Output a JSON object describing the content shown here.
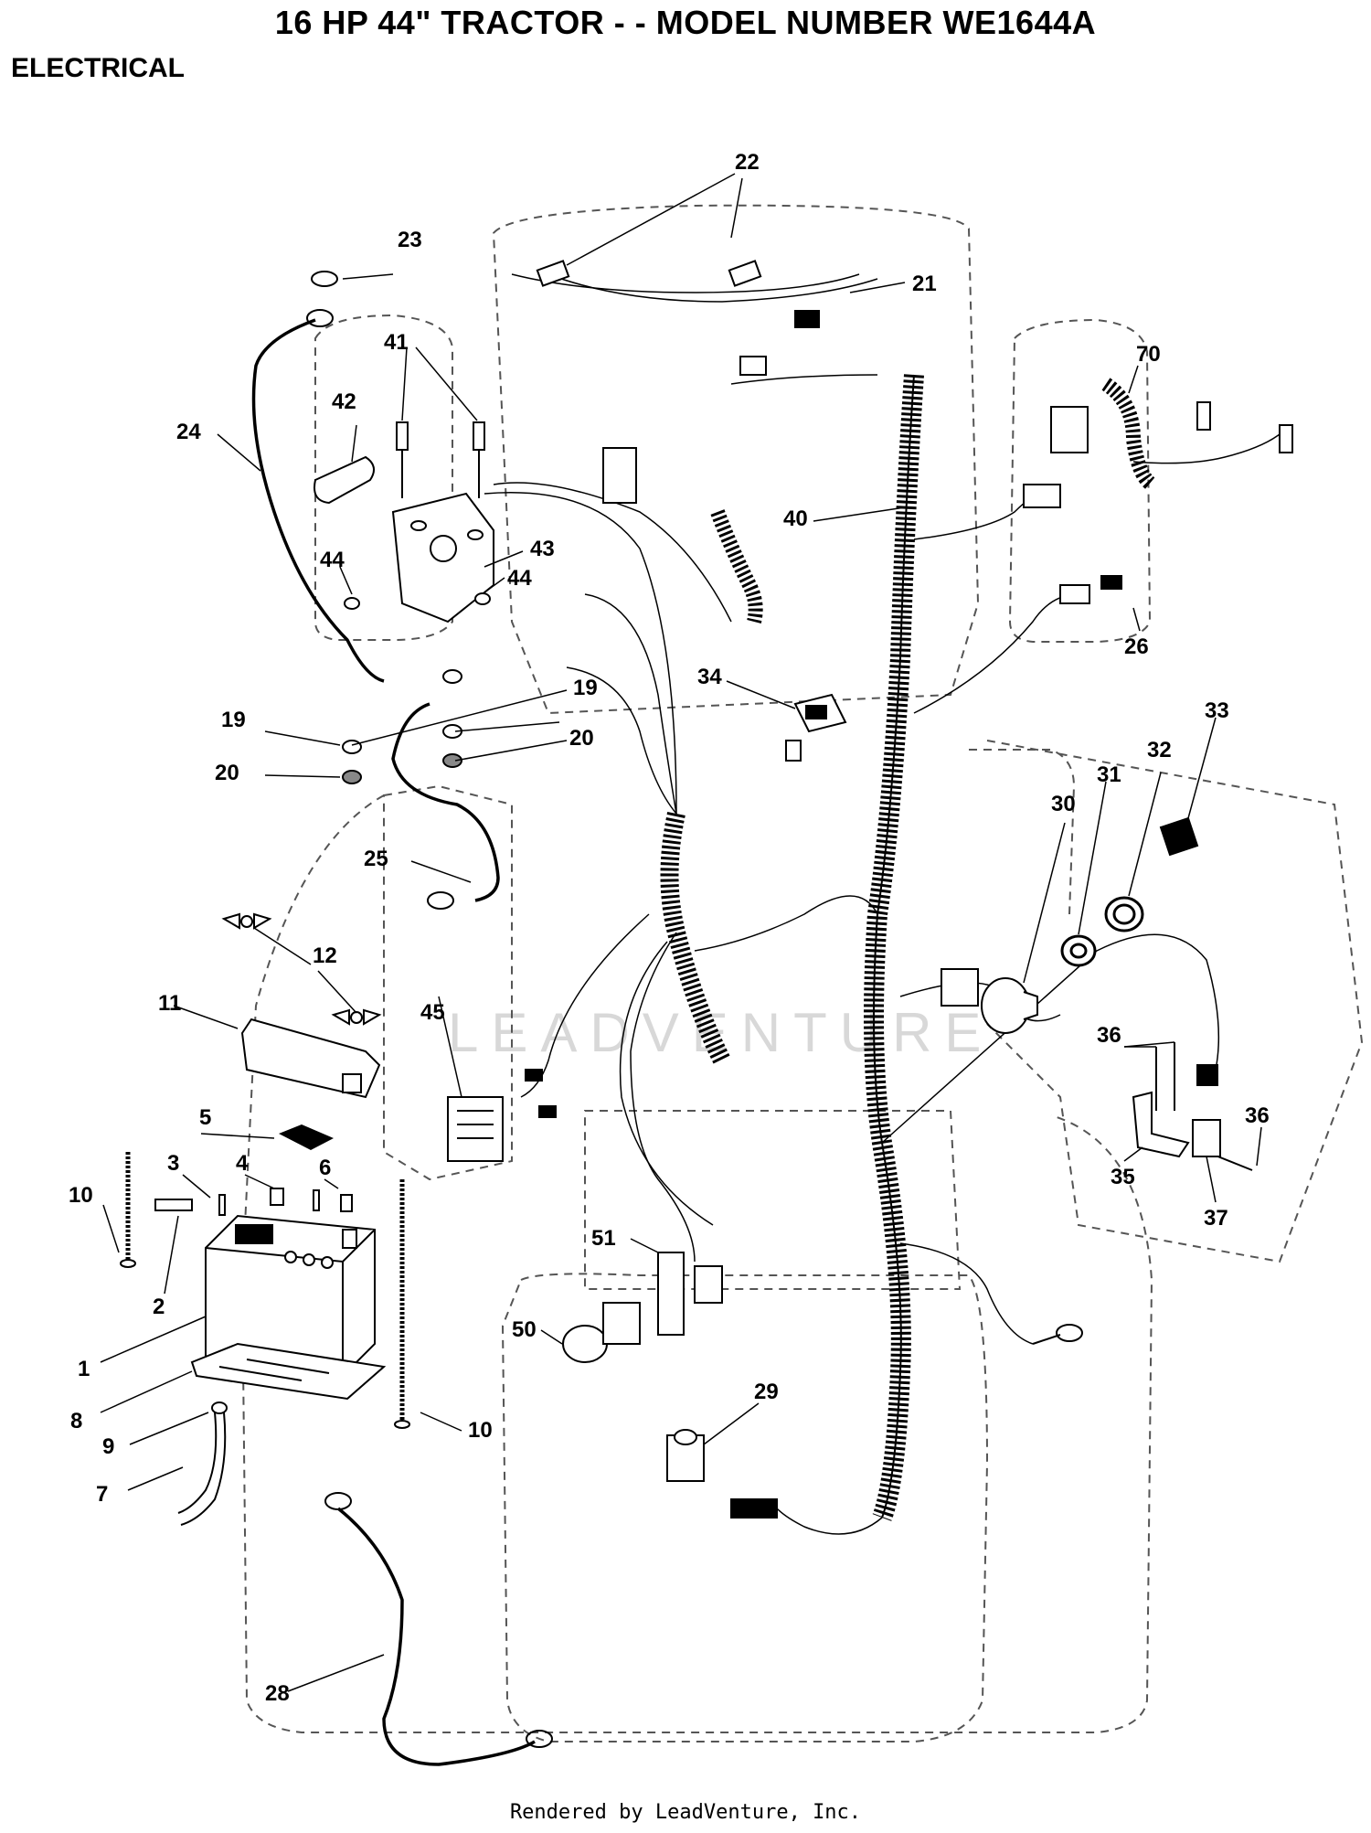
{
  "header": {
    "title": "16 HP 44\" TRACTOR - - MODEL NUMBER WE1644A",
    "section": "ELECTRICAL"
  },
  "watermark": "LEADVENTURE",
  "footer": "Rendered by LeadVenture, Inc.",
  "callouts": [
    "1",
    "2",
    "3",
    "4",
    "5",
    "6",
    "7",
    "8",
    "9",
    "10",
    "10",
    "11",
    "12",
    "19",
    "19",
    "20",
    "20",
    "21",
    "22",
    "23",
    "24",
    "25",
    "26",
    "28",
    "29",
    "30",
    "31",
    "32",
    "33",
    "34",
    "35",
    "36",
    "36",
    "37",
    "40",
    "41",
    "42",
    "43",
    "44",
    "44",
    "45",
    "50",
    "51",
    "70"
  ],
  "colors": {
    "line": "#000000",
    "outline": "#555555",
    "background": "#ffffff"
  }
}
